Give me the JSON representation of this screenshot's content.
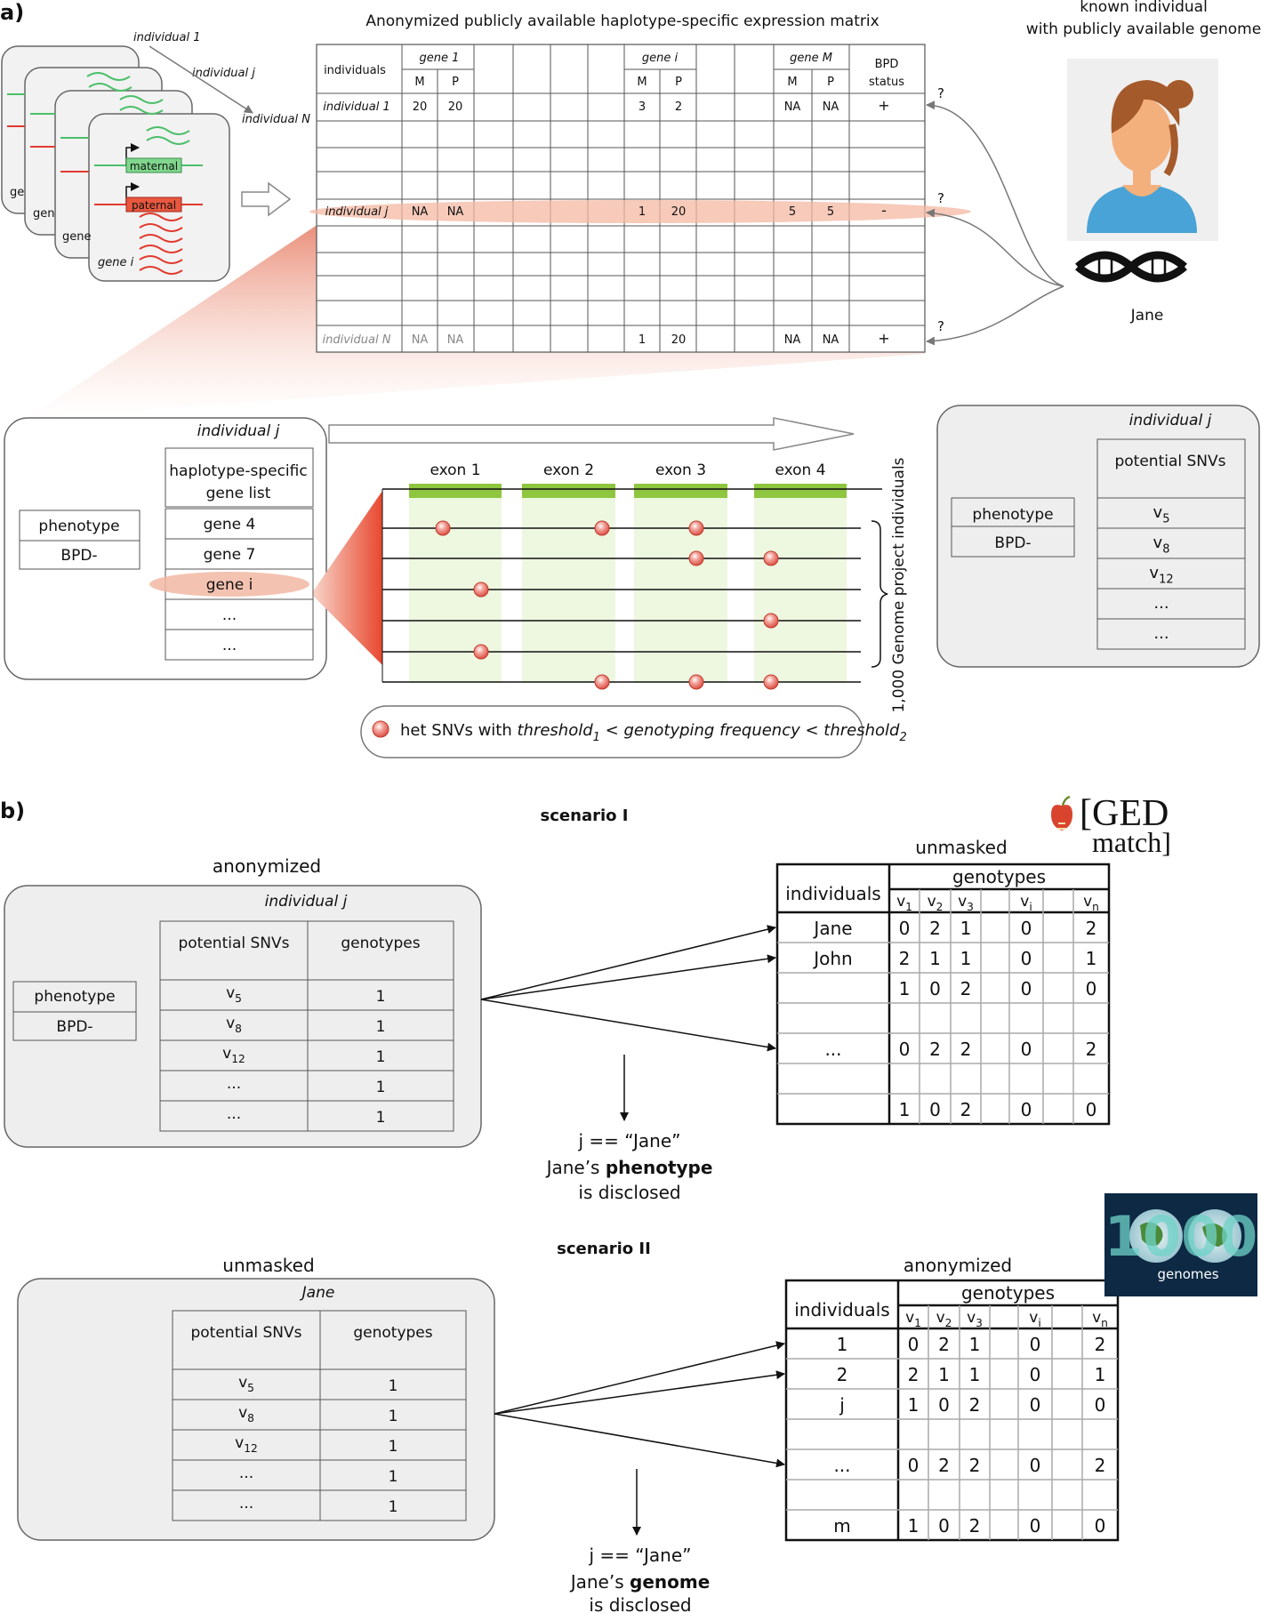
{
  "panel_a": {
    "label": "a)",
    "matrix_title": "Anonymized publicly available haplotype-specific expression matrix",
    "known_individual_line1": "known individual",
    "known_individual_line2": "with publicly available genome",
    "person_name": "Jane",
    "cards": {
      "individual_1": "individual 1",
      "individual_j": "individual j",
      "individual_N": "individual N",
      "maternal": "maternal",
      "paternal": "paternal",
      "gene_i": "gene i",
      "gene_clip_1": "ge",
      "gene_clip_2": "gen",
      "gene_clip_3": "gene"
    },
    "matrix": {
      "col_individuals": "individuals",
      "gene_1": "gene 1",
      "gene_i": "gene i",
      "gene_M": "gene M",
      "M": "M",
      "P": "P",
      "bpd_line1": "BPD",
      "bpd_line2": "status",
      "rows": [
        {
          "name": "individual 1",
          "g1m": "20",
          "g1p": "20",
          "gim": "3",
          "gip": "2",
          "gMm": "NA",
          "gMp": "NA",
          "bpd": "+",
          "q": "?"
        },
        {
          "name": "individual j",
          "g1m": "NA",
          "g1p": "NA",
          "gim": "1",
          "gip": "20",
          "gMm": "5",
          "gMp": "5",
          "bpd": "-",
          "q": "?"
        },
        {
          "name": "individual N",
          "g1m": "NA",
          "g1p": "NA",
          "gim": "1",
          "gip": "20",
          "gMm": "NA",
          "gMp": "NA",
          "bpd": "+",
          "q": "?"
        }
      ]
    },
    "left_box": {
      "title": "individual j",
      "phenotype_label": "phenotype",
      "phenotype_value": "BPD-",
      "gene_list_header_line1": "haplotype-specific",
      "gene_list_header_line2": "gene list",
      "genes": [
        "gene 4",
        "gene 7",
        "gene i",
        "...",
        "..."
      ]
    },
    "exons": [
      "exon 1",
      "exon 2",
      "exon 3",
      "exon 4"
    ],
    "exon_axis_label": "1,000 Genome project individuals",
    "legend_text": {
      "prefix": "het SNVs with ",
      "t1": "threshold",
      "s1": "1",
      "mid": " < ",
      "freq": "genotyping frequency",
      "mid2": " < ",
      "t2": "threshold",
      "s2": "2"
    },
    "right_box": {
      "title": "individual j",
      "phenotype_label": "phenotype",
      "phenotype_value": "BPD-",
      "snv_header": "potential SNVs",
      "snvs": [
        {
          "v": "v",
          "sub": "5"
        },
        {
          "v": "v",
          "sub": "8"
        },
        {
          "v": "v",
          "sub": "12"
        },
        {
          "v": "...",
          "sub": ""
        },
        {
          "v": "...",
          "sub": ""
        }
      ]
    }
  },
  "panel_b": {
    "label": "b)",
    "scenario1": {
      "title": "scenario I",
      "left_heading": "anonymized",
      "box_title": "individual j",
      "phenotype_label": "phenotype",
      "phenotype_value": "BPD-",
      "snv_header": "potential SNVs",
      "geno_header": "genotypes",
      "rows": [
        {
          "v": "v",
          "sub": "5",
          "g": "1"
        },
        {
          "v": "v",
          "sub": "8",
          "g": "1"
        },
        {
          "v": "v",
          "sub": "12",
          "g": "1"
        },
        {
          "v": "...",
          "sub": "",
          "g": "1"
        },
        {
          "v": "...",
          "sub": "",
          "g": "1"
        }
      ],
      "right_heading": "unmasked",
      "db_col_individuals": "individuals",
      "db_genotypes": "genotypes",
      "db_cols": [
        {
          "v": "v",
          "sub": "1"
        },
        {
          "v": "v",
          "sub": "2"
        },
        {
          "v": "v",
          "sub": "3"
        },
        {
          "v": "",
          "sub": ""
        },
        {
          "v": "v",
          "sub": "i"
        },
        {
          "v": "",
          "sub": ""
        },
        {
          "v": "v",
          "sub": "n"
        }
      ],
      "db_rows": [
        {
          "name": "Jane",
          "vals": [
            "0",
            "2",
            "1",
            "",
            "0",
            "",
            "2"
          ]
        },
        {
          "name": "John",
          "vals": [
            "2",
            "1",
            "1",
            "",
            "0",
            "",
            "1"
          ]
        },
        {
          "name": "",
          "vals": [
            "1",
            "0",
            "2",
            "",
            "0",
            "",
            "0"
          ]
        },
        {
          "name": "",
          "vals": [
            "",
            "",
            "",
            "",
            "",
            "",
            ""
          ]
        },
        {
          "name": "...",
          "vals": [
            "0",
            "2",
            "2",
            "",
            "0",
            "",
            "2"
          ]
        },
        {
          "name": "",
          "vals": [
            "",
            "",
            "",
            "",
            "",
            "",
            ""
          ]
        },
        {
          "name": "",
          "vals": [
            "1",
            "0",
            "2",
            "",
            "0",
            "",
            "0"
          ]
        }
      ],
      "result_line1": "j == “Jane”",
      "result_line2_pre": "Jane’s ",
      "result_line2_bold": "phenotype",
      "result_line3": "is disclosed",
      "logo_line1": "[GED",
      "logo_line2": "match]"
    },
    "scenario2": {
      "title": "scenario II",
      "left_heading": "unmasked",
      "box_title": "Jane",
      "snv_header": "potential SNVs",
      "geno_header": "genotypes",
      "rows": [
        {
          "v": "v",
          "sub": "5",
          "g": "1"
        },
        {
          "v": "v",
          "sub": "8",
          "g": "1"
        },
        {
          "v": "v",
          "sub": "12",
          "g": "1"
        },
        {
          "v": "...",
          "sub": "",
          "g": "1"
        },
        {
          "v": "...",
          "sub": "",
          "g": "1"
        }
      ],
      "right_heading": "anonymized",
      "db_col_individuals": "individuals",
      "db_genotypes": "genotypes",
      "db_cols": [
        {
          "v": "v",
          "sub": "1"
        },
        {
          "v": "v",
          "sub": "2"
        },
        {
          "v": "v",
          "sub": "3"
        },
        {
          "v": "",
          "sub": ""
        },
        {
          "v": "v",
          "sub": "i"
        },
        {
          "v": "",
          "sub": ""
        },
        {
          "v": "v",
          "sub": "n"
        }
      ],
      "db_rows": [
        {
          "name": "1",
          "vals": [
            "0",
            "2",
            "1",
            "",
            "0",
            "",
            "2"
          ]
        },
        {
          "name": "2",
          "vals": [
            "2",
            "1",
            "1",
            "",
            "0",
            "",
            "1"
          ]
        },
        {
          "name": "j",
          "vals": [
            "1",
            "0",
            "2",
            "",
            "0",
            "",
            "0"
          ]
        },
        {
          "name": "",
          "vals": [
            "",
            "",
            "",
            "",
            "",
            "",
            ""
          ]
        },
        {
          "name": "...",
          "vals": [
            "0",
            "2",
            "2",
            "",
            "0",
            "",
            "2"
          ]
        },
        {
          "name": "",
          "vals": [
            "",
            "",
            "",
            "",
            "",
            "",
            ""
          ]
        },
        {
          "name": "m",
          "vals": [
            "1",
            "0",
            "2",
            "",
            "0",
            "",
            "0"
          ]
        }
      ],
      "result_line1": "j == “Jane”",
      "result_line2_pre": "Jane’s ",
      "result_line2_bold": "genome",
      "result_line3": "is disclosed",
      "logo_text": "1000",
      "logo_sub": "genomes"
    }
  }
}
